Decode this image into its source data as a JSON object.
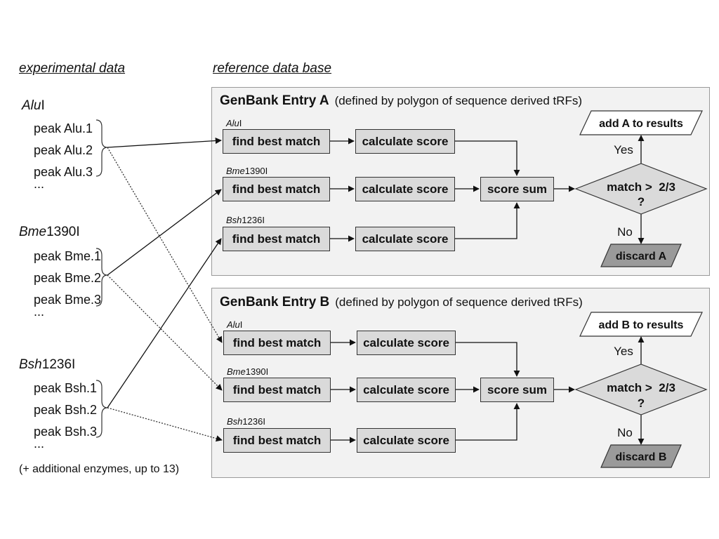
{
  "headers": {
    "experimental": "experimental data",
    "reference": "reference data base"
  },
  "enzymes": [
    {
      "name_italic": "Alu",
      "name_rest": "I",
      "peaks": [
        "peak Alu.1",
        "peak Alu.2",
        "peak Alu.3"
      ],
      "more": "..."
    },
    {
      "name_italic": "Bme",
      "name_rest": "1390I",
      "peaks": [
        "peak Bme.1",
        "peak Bme.2",
        "peak Bme.3"
      ],
      "more": "..."
    },
    {
      "name_italic": "Bsh",
      "name_rest": "1236I",
      "peaks": [
        "peak Bsh.1",
        "peak Bsh.2",
        "peak Bsh.3"
      ],
      "more": "..."
    }
  ],
  "footnote": "(+ additional enzymes, up to 13)",
  "entries": [
    {
      "title": "GenBank Entry A",
      "subtitle": "(defined by polygon of sequence derived tRFs)",
      "rows": [
        {
          "enz_italic": "Alu",
          "enz_rest": "I",
          "match": "find best match",
          "score": "calculate score"
        },
        {
          "enz_italic": "Bme",
          "enz_rest": "1390I",
          "match": "find best match",
          "score": "calculate score"
        },
        {
          "enz_italic": "Bsh",
          "enz_rest": "1236I",
          "match": "find best match",
          "score": "calculate score"
        }
      ],
      "sum": "score sum",
      "decision_line1": "match >  2/3",
      "decision_line2": "?",
      "yes": "Yes",
      "no": "No",
      "add": "add A to results",
      "discard": "discard A"
    },
    {
      "title": "GenBank Entry B",
      "subtitle": "(defined by polygon of sequence derived tRFs)",
      "rows": [
        {
          "enz_italic": "Alu",
          "enz_rest": "I",
          "match": "find best match",
          "score": "calculate score"
        },
        {
          "enz_italic": "Bme",
          "enz_rest": "1390I",
          "match": "find best match",
          "score": "calculate score"
        },
        {
          "enz_italic": "Bsh",
          "enz_rest": "1236I",
          "match": "find best match",
          "score": "calculate score"
        }
      ],
      "sum": "score sum",
      "decision_line1": "match >  2/3",
      "decision_line2": "?",
      "yes": "Yes",
      "no": "No",
      "add": "add B to results",
      "discard": "discard B"
    }
  ]
}
